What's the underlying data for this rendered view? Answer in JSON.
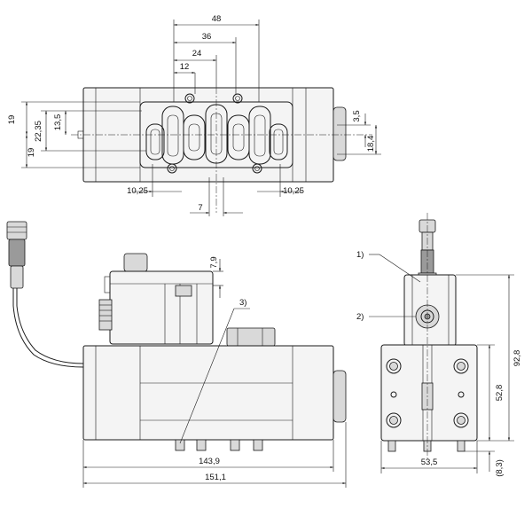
{
  "top_view": {
    "dims_top": [
      "48",
      "36",
      "24",
      "12"
    ],
    "dims_left": [
      "19",
      "22,35",
      "13,5",
      "19"
    ],
    "dims_right": [
      "3,5",
      "18,4"
    ],
    "dims_bottom": [
      "10,25",
      "10,25",
      "7"
    ]
  },
  "side_view": {
    "dim_coil": "7,9",
    "callout": "3)",
    "dim_length_inner": "143,9",
    "dim_length_total": "151,1"
  },
  "end_view": {
    "callout_1": "1)",
    "callout_2": "2)",
    "dim_height_total": "92,8",
    "dim_height_body": "52,8",
    "dim_width": "53,5",
    "dim_port": "(8,3)"
  }
}
